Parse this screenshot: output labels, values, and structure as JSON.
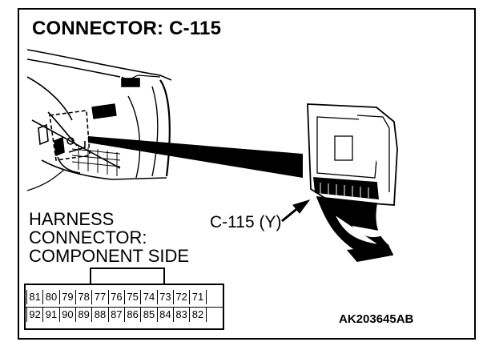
{
  "title": "CONNECTOR: C-115",
  "harness_label": [
    "HARNESS",
    "CONNECTOR:",
    "COMPONENT SIDE"
  ],
  "callout_label": "C-115 (Y)",
  "pins_top": [
    "81",
    "80",
    "79",
    "78",
    "77",
    "76",
    "75",
    "74",
    "73",
    "72",
    "71"
  ],
  "pins_bottom": [
    "92",
    "91",
    "90",
    "89",
    "88",
    "87",
    "86",
    "85",
    "84",
    "83",
    "82"
  ],
  "figure_code": "AK203645AB"
}
